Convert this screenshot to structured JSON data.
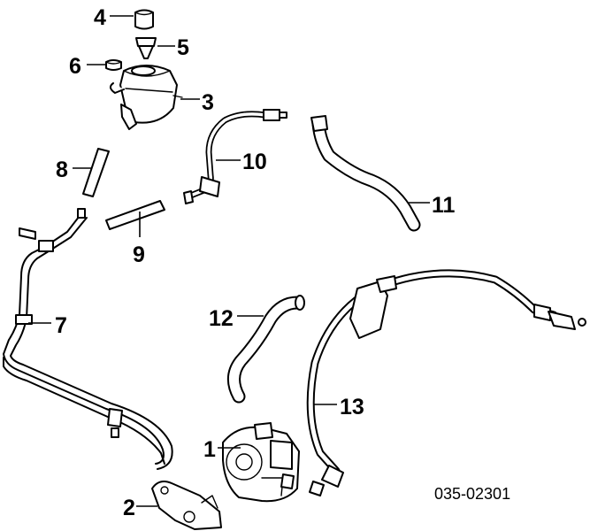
{
  "diagram": {
    "diagram_code": "035-02301",
    "callouts": {
      "c1": "1",
      "c2": "2",
      "c3": "3",
      "c4": "4",
      "c5": "5",
      "c6": "6",
      "c7": "7",
      "c8": "8",
      "c9": "9",
      "c10": "10",
      "c11": "11",
      "c12": "12",
      "c13": "13"
    }
  }
}
